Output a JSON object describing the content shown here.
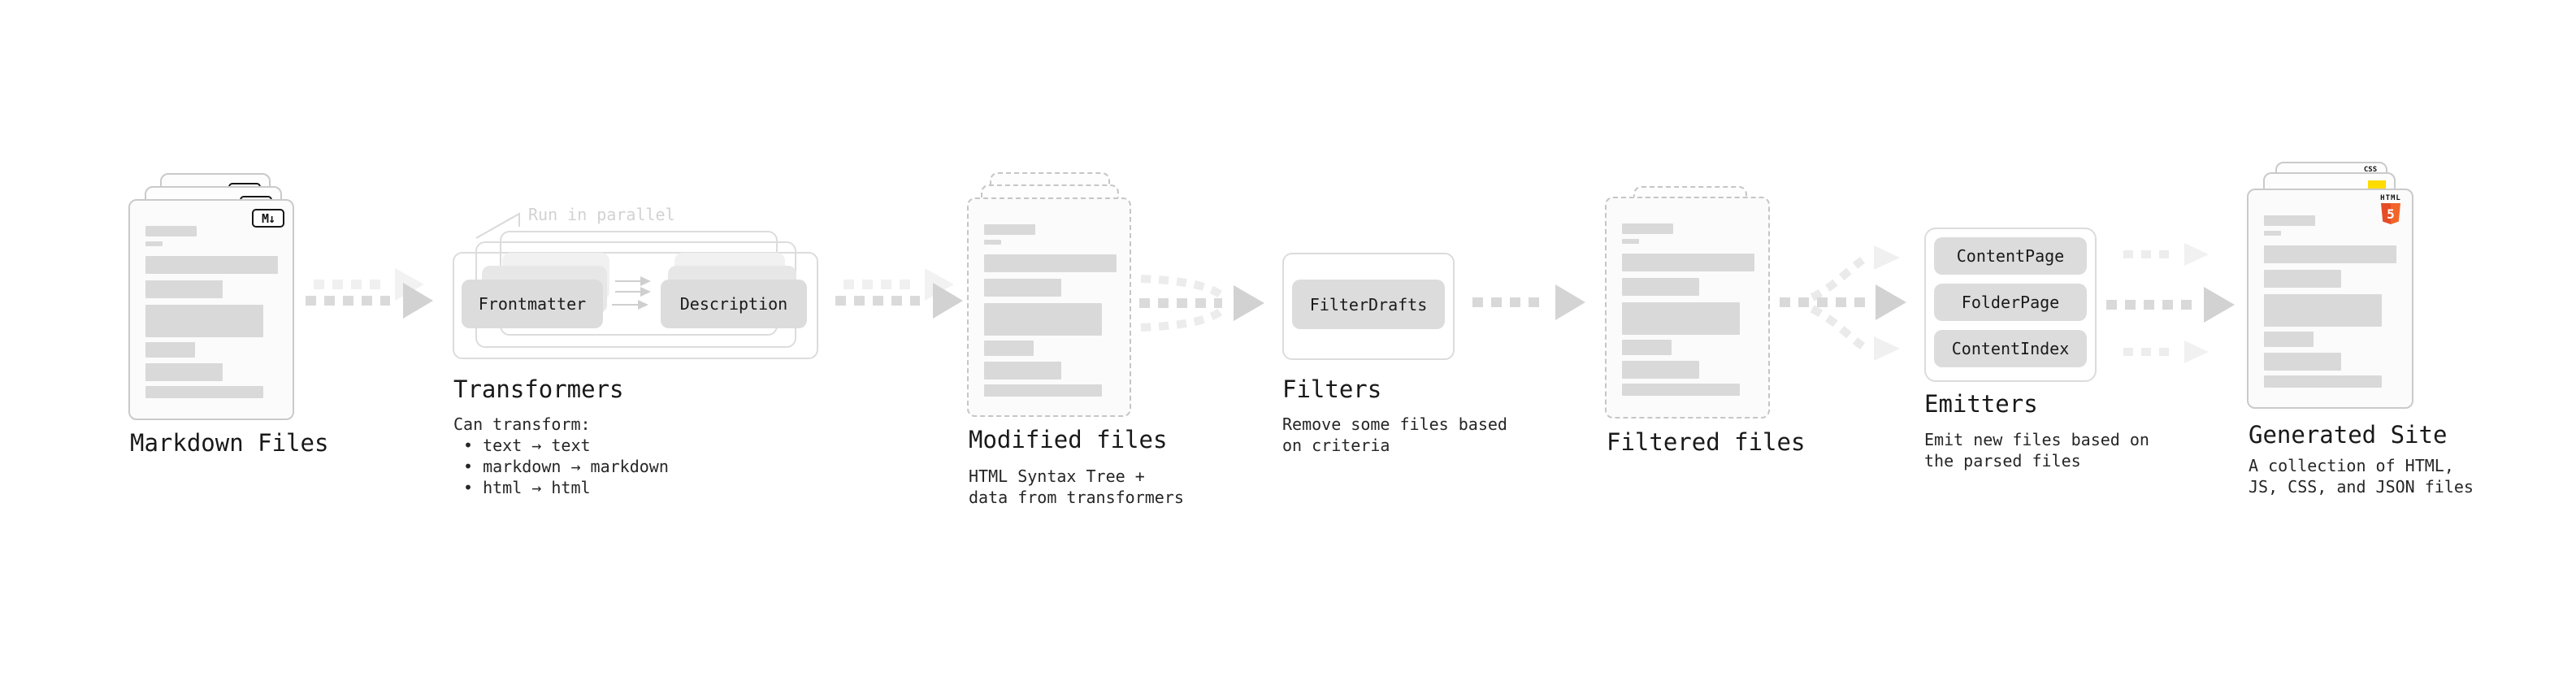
{
  "colors": {
    "html5_orange": "#e44d26",
    "html5_orange_light": "#f16529",
    "js_yellow": "#ffdc00",
    "css_blue": "#2760ef"
  },
  "stages": {
    "markdown_files": {
      "title": "Markdown Files",
      "icon_label": "M↓"
    },
    "transformers": {
      "title": "Transformers",
      "parallel_note": "Run in parallel",
      "box_left": "Frontmatter",
      "box_right": "Description",
      "desc_heading": "Can transform:",
      "desc_items": [
        "• text → text",
        "• markdown → markdown",
        "• html → html"
      ]
    },
    "modified_files": {
      "title": "Modified files",
      "desc_lines": [
        "HTML Syntax Tree +",
        "data from transformers"
      ]
    },
    "filters": {
      "title": "Filters",
      "box": "FilterDrafts",
      "desc_lines": [
        "Remove some files based",
        "on criteria"
      ]
    },
    "filtered_files": {
      "title": "Filtered files"
    },
    "emitters": {
      "title": "Emitters",
      "boxes": [
        "ContentPage",
        "FolderPage",
        "ContentIndex"
      ],
      "desc_lines": [
        "Emit new files based on",
        "the parsed files"
      ]
    },
    "generated_site": {
      "title": "Generated Site",
      "desc_lines": [
        "A collection of HTML,",
        "JS, CSS, and JSON files"
      ],
      "badges": {
        "css": "CSS",
        "html": "HTML",
        "html_number": "5"
      }
    }
  }
}
